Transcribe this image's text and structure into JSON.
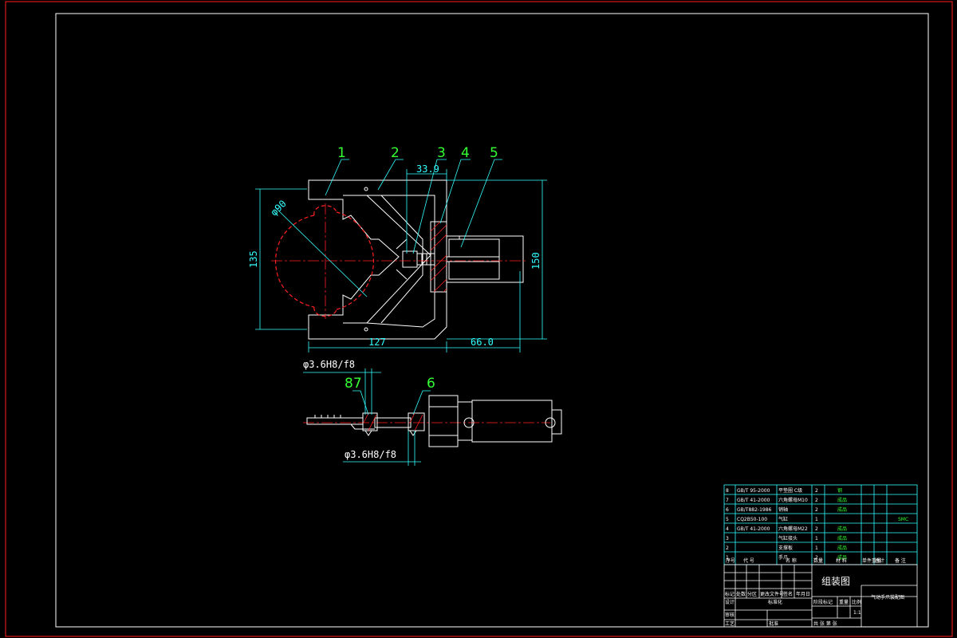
{
  "colors": {
    "background": "#000000",
    "frame": "#ff2020",
    "part_outline": "#ffffff",
    "dimension": "#33ffff",
    "center_line": "#ff2020",
    "leader_text": "#33ff33",
    "hatch": "#ff2020"
  },
  "dimensions": {
    "d_33_9": "33.9",
    "d_phi90": "φ90",
    "d_135": "135",
    "d_150": "150",
    "d_127": "127",
    "d_66": "66.0",
    "fit_top": "φ3.6H8/f8",
    "fit_bottom": "φ3.6H8/f8"
  },
  "balloons": [
    "1",
    "2",
    "3",
    "4",
    "5",
    "87",
    "6"
  ],
  "bom": {
    "rows": [
      {
        "no": "8",
        "code": "GB/T 95-2000",
        "name": "平垫圈 C级",
        "qty": "2",
        "material": "钢",
        "note": ""
      },
      {
        "no": "7",
        "code": "GB/T 41-2000",
        "name": "六角螺母M10",
        "qty": "2",
        "material": "成品",
        "note": ""
      },
      {
        "no": "6",
        "code": "GB/T882-1986",
        "name": "销轴",
        "qty": "2",
        "material": "成品",
        "note": ""
      },
      {
        "no": "5",
        "code": "CQ2B50-100",
        "name": "气缸",
        "qty": "1",
        "material": "",
        "note": "SMC"
      },
      {
        "no": "4",
        "code": "GB/T 41-2000",
        "name": "六角螺母M22",
        "qty": "2",
        "material": "成品",
        "note": ""
      },
      {
        "no": "3",
        "code": "",
        "name": "气缸接头",
        "qty": "1",
        "material": "成品",
        "note": ""
      },
      {
        "no": "2",
        "code": "",
        "name": "支撑板",
        "qty": "1",
        "material": "成品",
        "note": ""
      },
      {
        "no": "1",
        "code": "",
        "name": "手爪",
        "qty": "2",
        "material": "成品",
        "note": ""
      }
    ],
    "header": {
      "no": "序号",
      "code": "代 号",
      "name": "名 称",
      "qty": "数量",
      "material": "材 料",
      "unit_weight": "单件重量",
      "total_weight": "总计",
      "note": "备 注"
    }
  },
  "title_block": {
    "title": "组装图",
    "subtitle": "气动手爪装配图",
    "row_labels": [
      "标记",
      "处数",
      "分区",
      "更改文件号",
      "签名",
      "年月日"
    ],
    "design": "设计",
    "standard": "标准化",
    "stage": "阶段标记",
    "weight": "重量",
    "ratio": "比例",
    "scale": "1:1",
    "check": "审核",
    "process": "工艺",
    "approve": "批准",
    "sheets": "共 张 第 张"
  }
}
